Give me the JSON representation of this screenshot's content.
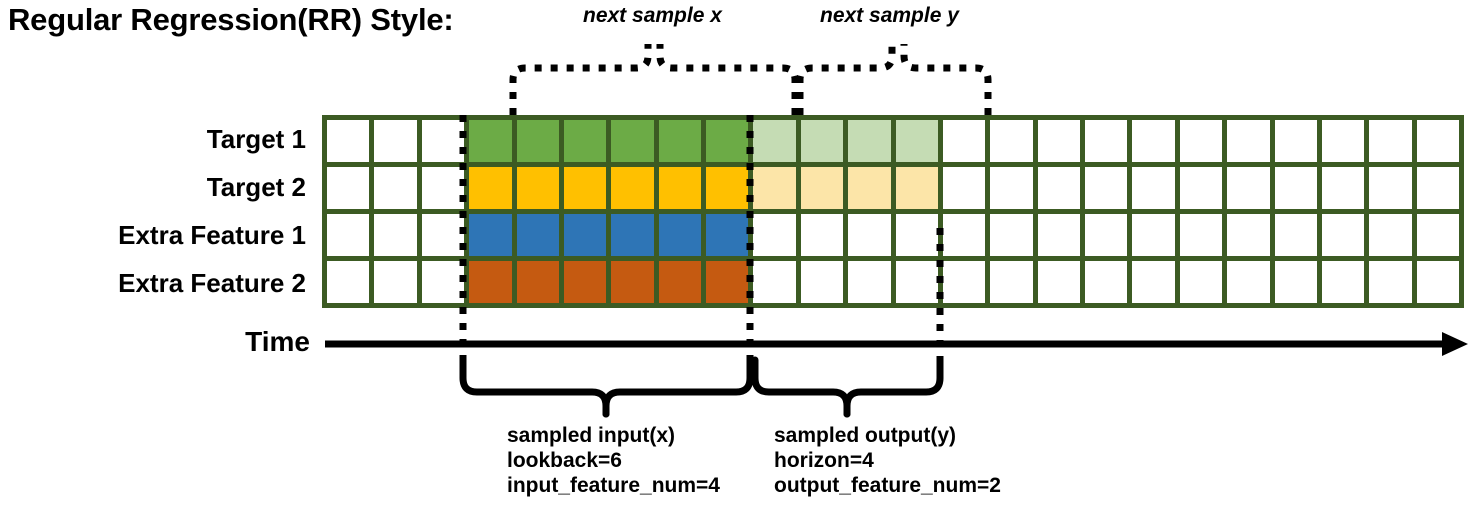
{
  "title": "Regular Regression(RR) Style:",
  "rows": [
    {
      "label": "Target 1",
      "key": "target-1"
    },
    {
      "label": "Target 2",
      "key": "target-2"
    },
    {
      "label": "Extra Feature 1",
      "key": "extra-feature-1"
    },
    {
      "label": "Extra Feature 2",
      "key": "extra-feature-2"
    }
  ],
  "time_axis_label": "Time",
  "grid": {
    "columns": 24,
    "rows": 4,
    "input_start_col": 3,
    "lookback": 6,
    "horizon": 4,
    "row_fills": [
      [
        "white",
        "white",
        "white",
        "green",
        "green",
        "green",
        "green",
        "green",
        "green",
        "lgreen",
        "lgreen",
        "lgreen",
        "lgreen",
        "white",
        "white",
        "white",
        "white",
        "white",
        "white",
        "white",
        "white",
        "white",
        "white",
        "white"
      ],
      [
        "white",
        "white",
        "white",
        "amber",
        "amber",
        "amber",
        "amber",
        "amber",
        "amber",
        "lamber",
        "lamber",
        "lamber",
        "lamber",
        "white",
        "white",
        "white",
        "white",
        "white",
        "white",
        "white",
        "white",
        "white",
        "white",
        "white"
      ],
      [
        "white",
        "white",
        "white",
        "blue",
        "blue",
        "blue",
        "blue",
        "blue",
        "blue",
        "white",
        "white",
        "white",
        "white",
        "white",
        "white",
        "white",
        "white",
        "white",
        "white",
        "white",
        "white",
        "white",
        "white",
        "white"
      ],
      [
        "white",
        "white",
        "white",
        "orange",
        "orange",
        "orange",
        "orange",
        "orange",
        "orange",
        "white",
        "white",
        "white",
        "white",
        "white",
        "white",
        "white",
        "white",
        "white",
        "white",
        "white",
        "white",
        "white",
        "white",
        "white"
      ]
    ]
  },
  "top_braces": [
    {
      "label": "next sample x",
      "key": "next-sample-x"
    },
    {
      "label": "next sample y",
      "key": "next-sample-y"
    }
  ],
  "bottom_braces": [
    {
      "key": "sampled-input",
      "lines": [
        "sampled input(x)",
        "lookback=6",
        "input_feature_num=4"
      ]
    },
    {
      "key": "sampled-output",
      "lines": [
        "sampled output(y)",
        "horizon=4",
        "output_feature_num=2"
      ]
    }
  ],
  "colors": {
    "grid_border": "#3c5b23",
    "target1": "#6cab46",
    "target1_light": "#c5dcb4",
    "target2": "#ffc000",
    "target2_light": "#fce5a8",
    "extra1": "#2e75b6",
    "extra2": "#c55a11",
    "line": "#000000"
  }
}
